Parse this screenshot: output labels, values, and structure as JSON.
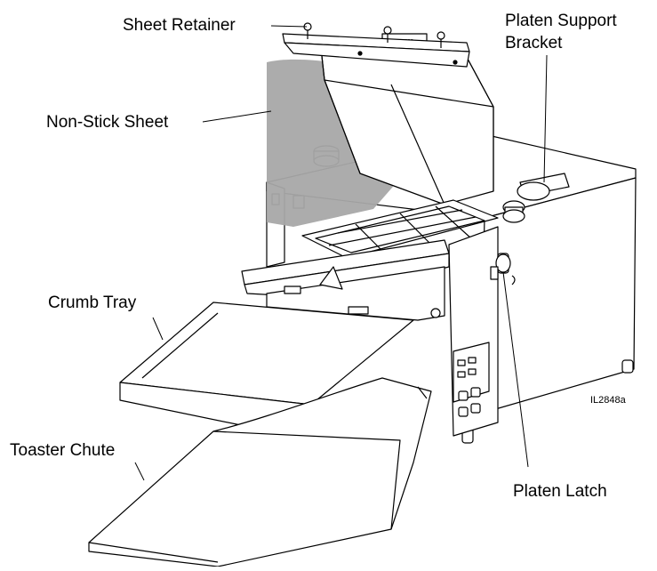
{
  "labels": {
    "sheet_retainer": "Sheet Retainer",
    "platen_support_bracket_line1": "Platen Support",
    "platen_support_bracket_line2": "Bracket",
    "non_stick_sheet": "Non-Stick Sheet",
    "crumb_tray": "Crumb Tray",
    "toaster_chute": "Toaster Chute",
    "platen_latch": "Platen Latch",
    "figure_id": "IL2848a"
  },
  "colors": {
    "line": "#000000",
    "sheet_fill": "#a8a8a8",
    "background": "#ffffff"
  }
}
